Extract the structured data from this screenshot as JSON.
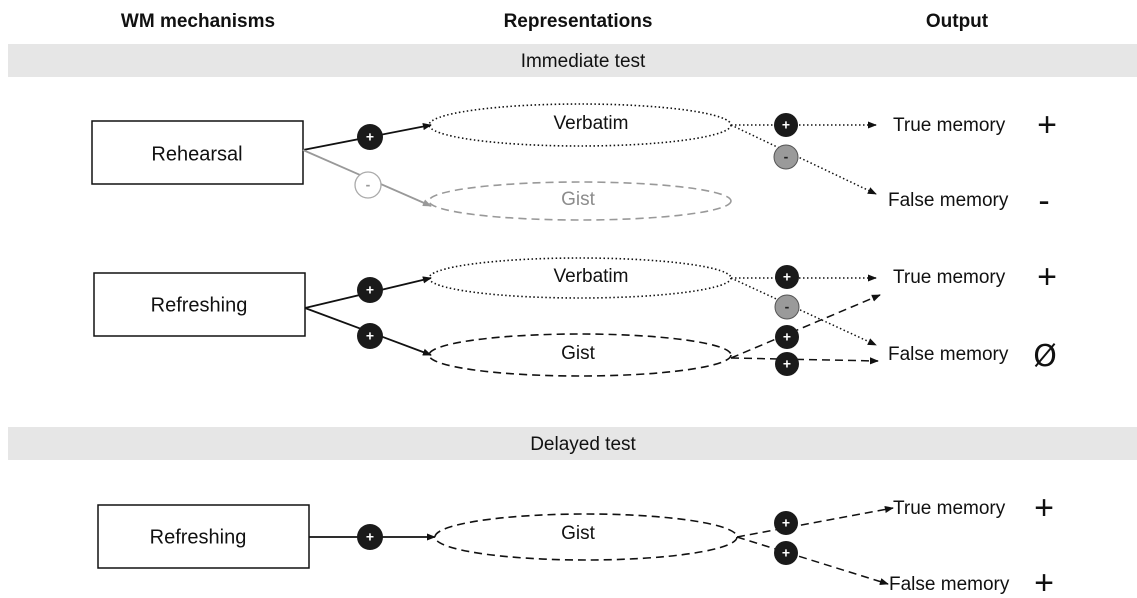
{
  "columns": {
    "mechanisms": "WM mechanisms",
    "representations": "Representations",
    "output": "Output"
  },
  "sections": {
    "immediate": "Immediate test",
    "delayed": "Delayed test"
  },
  "rows": [
    {
      "mechanism": "Rehearsal",
      "verbatim": {
        "label": "Verbatim",
        "effect": "+"
      },
      "gist": {
        "label": "Gist",
        "effect": "-"
      },
      "outputs": {
        "true_memory": {
          "label": "True memory",
          "sign": "+"
        },
        "false_memory": {
          "label": "False memory",
          "sign": "-"
        }
      },
      "verbatim_badges": {
        "true": "+",
        "false": "-"
      }
    },
    {
      "mechanism": "Refreshing",
      "verbatim": {
        "label": "Verbatim",
        "effect": "+"
      },
      "gist": {
        "label": "Gist",
        "effect": "+"
      },
      "outputs": {
        "true_memory": {
          "label": "True memory",
          "sign": "+"
        },
        "false_memory": {
          "label": "False memory",
          "sign": "Ø"
        }
      },
      "verbatim_badges": {
        "true": "+",
        "false": "-"
      },
      "gist_badges": {
        "true": "+",
        "false": "+"
      }
    },
    {
      "mechanism": "Refreshing",
      "gist": {
        "label": "Gist",
        "effect": "+"
      },
      "outputs": {
        "true_memory": {
          "label": "True memory",
          "sign": "+"
        },
        "false_memory": {
          "label": "False memory",
          "sign": "+"
        }
      },
      "gist_badges": {
        "true": "+",
        "false": "+"
      }
    }
  ],
  "colors": {
    "band": "#e6e6e6",
    "badge_dark": "#1a1a1a",
    "badge_gray": "#9a9a9a",
    "faded": "#999999"
  }
}
